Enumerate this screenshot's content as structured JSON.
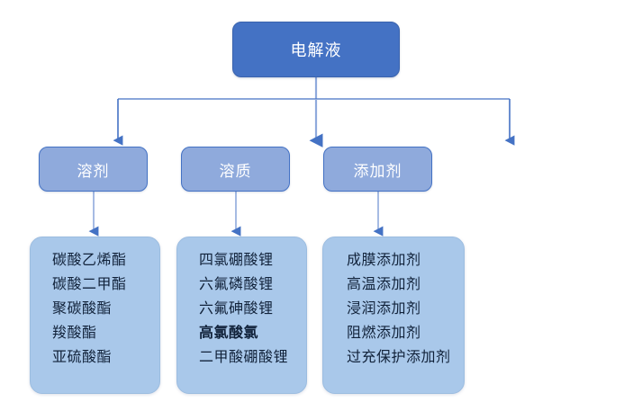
{
  "diagram": {
    "title_node": {
      "label": "电解液"
    },
    "categories": [
      {
        "label": "溶剂"
      },
      {
        "label": "溶质"
      },
      {
        "label": "添加剂"
      }
    ],
    "lists": [
      {
        "items": [
          "碳酸乙烯酯",
          "碳酸二甲酯",
          "聚碳酸酯",
          "羧酸酯",
          "亚硫酸酯"
        ]
      },
      {
        "items": [
          "四氯硼酸锂",
          "六氟磷酸锂",
          "六氟砷酸锂",
          "高氯酸氯",
          "二甲酸硼酸锂"
        ]
      },
      {
        "items": [
          "成膜添加剂",
          "高温添加剂",
          "浸润添加剂",
          "阻燃添加剂",
          "过充保护添加剂"
        ]
      }
    ],
    "colors": {
      "root_fill": "#4472C4",
      "category_fill": "#8FAADC",
      "category_border": "#4472C4",
      "list_fill": "#A9C8EA",
      "connector": "#4472C4",
      "background": "#FFFFFF",
      "node_text": "#FFFFFF",
      "list_text": "#11223A"
    }
  }
}
